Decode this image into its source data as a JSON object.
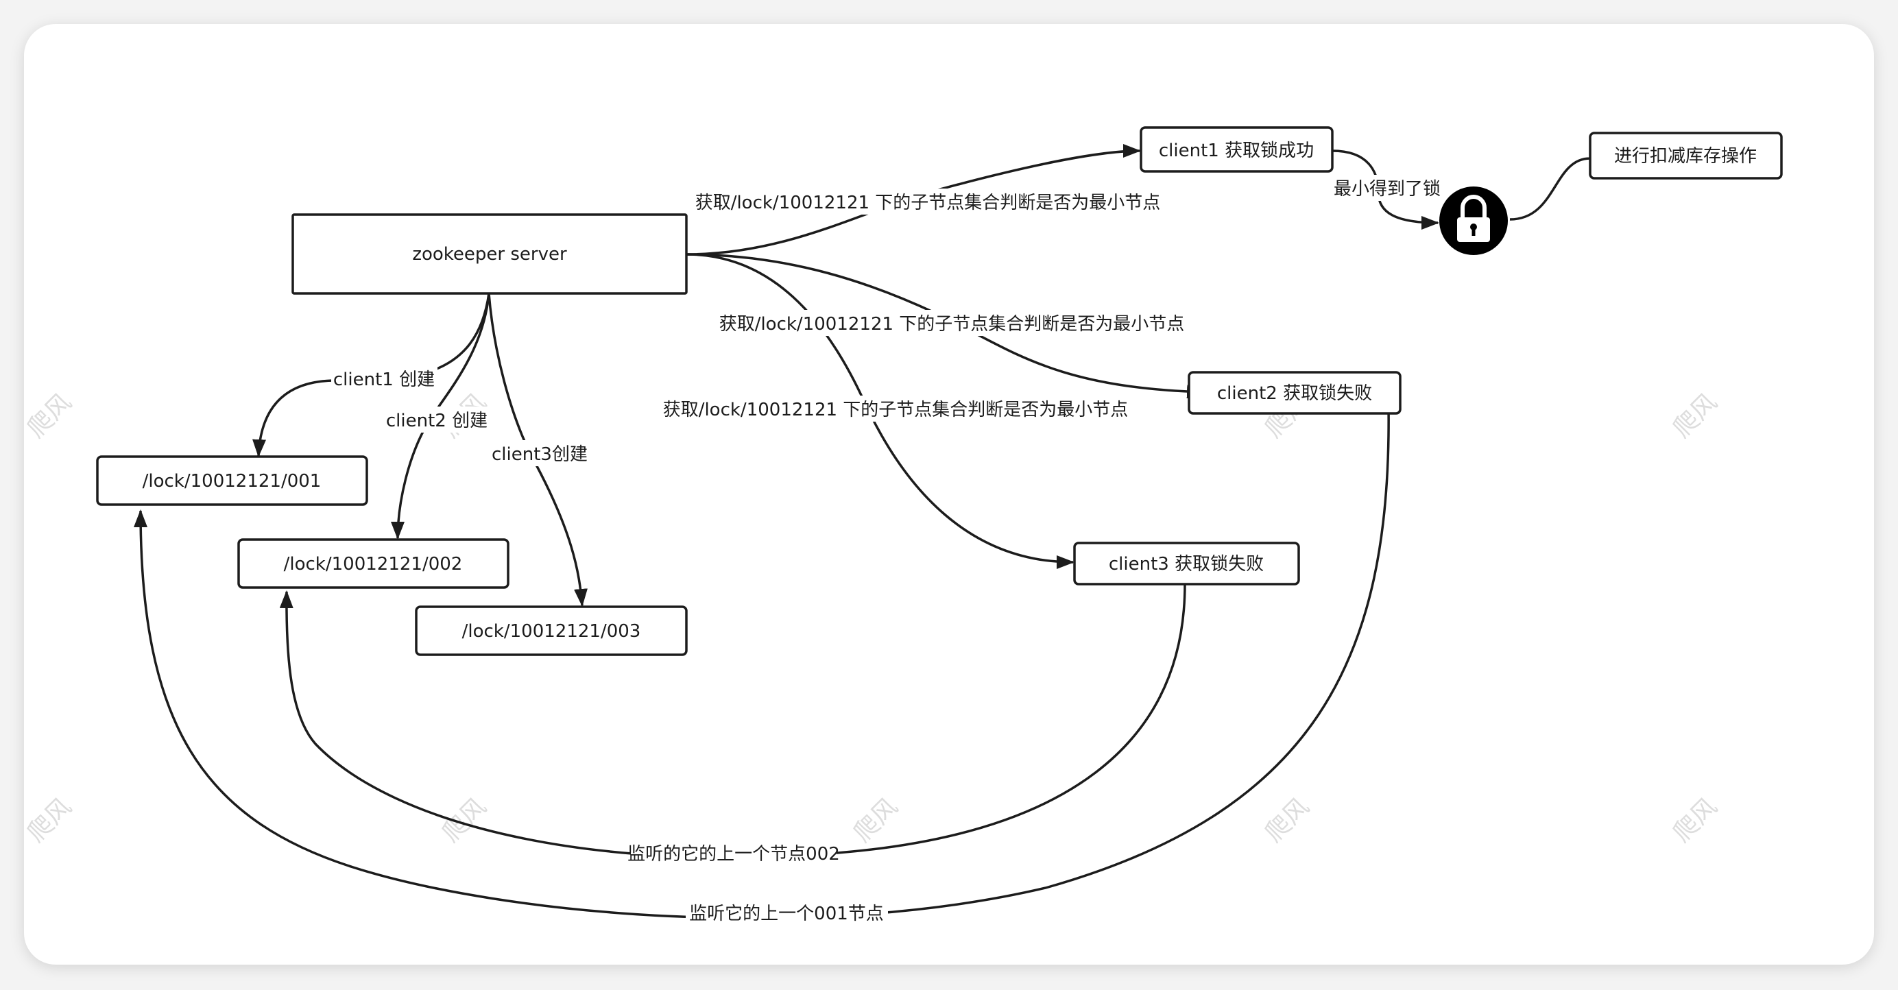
{
  "nodes": {
    "server": "zookeeper server",
    "lock001": "/lock/10012121/001",
    "lock002": "/lock/10012121/002",
    "lock003": "/lock/10012121/003",
    "client1_success": "client1 获取锁成功",
    "client2_fail": "client2 获取锁失败",
    "client3_fail": "client3 获取锁失败",
    "deduct_inventory": "进行扣减库存操作"
  },
  "edges": {
    "client1_create": "client1 创建",
    "client2_create": "client2 创建",
    "client3_create": "client3创建",
    "check_client1": "获取/lock/10012121 下的子节点集合判断是否为最小节点",
    "check_client2": "获取/lock/10012121 下的子节点集合判断是否为最小节点",
    "check_client3": "获取/lock/10012121 下的子节点集合判断是否为最小节点",
    "got_lock": "最小得到了锁",
    "watch_002": "监听的它的上一个节点002",
    "watch_001": "监听它的上一个001节点"
  },
  "icons": {
    "lock": "lock-icon"
  },
  "watermark": "爬风"
}
